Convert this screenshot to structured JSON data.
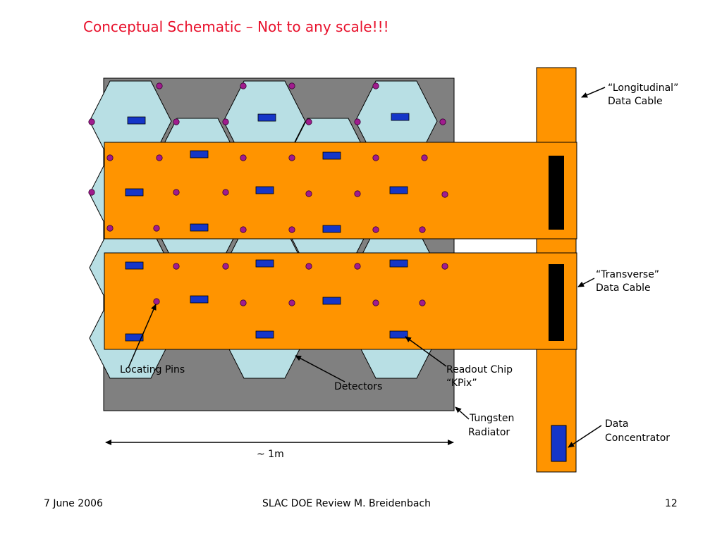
{
  "title": "Conceptual Schematic – Not to any scale!!!",
  "labels": {
    "longitudinal_cable": [
      "“Longitudinal”",
      "Data Cable"
    ],
    "transverse_cable": [
      "“Transverse”",
      "Data Cable"
    ],
    "data_concentrator": [
      "Data",
      "Concentrator"
    ],
    "tungsten_radiator": [
      "Tungsten",
      "Radiator"
    ],
    "readout_chip": [
      "Readout Chip",
      "“KPix”"
    ],
    "detectors": "Detectors",
    "locating_pins": "Locating Pins",
    "scale": "~ 1m"
  },
  "footer": {
    "date": "7 June 2006",
    "center": "SLAC DOE Review    M. Breidenbach",
    "page": "12"
  },
  "colors": {
    "title": "#e8102b",
    "radiator": "#808080",
    "detector": "#b8dfe4",
    "cable": "#ff9400",
    "chip": "#1536c8",
    "pin": "#a01c8e",
    "connector": "#000000"
  }
}
